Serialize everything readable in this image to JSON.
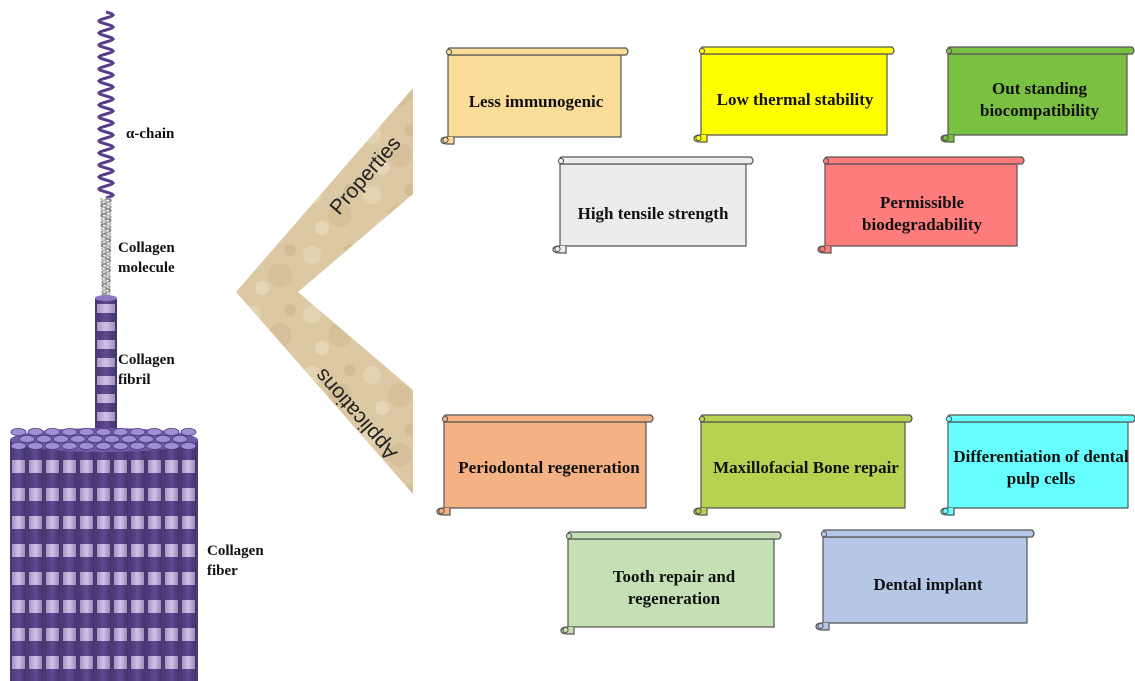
{
  "structure_labels": {
    "alpha_chain": "α-chain",
    "collagen_molecule": [
      "Collagen",
      "molecule"
    ],
    "collagen_fibril": [
      "Collagen",
      "fibril"
    ],
    "collagen_fiber": [
      "Collagen",
      "fiber"
    ]
  },
  "branches": {
    "properties": "Properties",
    "applications": "Applications"
  },
  "properties": [
    {
      "text": "Less immunogenic",
      "color": "#fbdc98"
    },
    {
      "text": "Low thermal stability",
      "color": "#ffff00"
    },
    {
      "text": "Out standing biocompatibility",
      "color": "#7ac142"
    },
    {
      "text": "High tensile strength",
      "color": "#ececec"
    },
    {
      "text": "Permissible biodegradability",
      "color": "#ff7c7c"
    }
  ],
  "applications": [
    {
      "text": "Periodontal regeneration",
      "color": "#f4b183"
    },
    {
      "text": "Maxillofacial Bone repair",
      "color": "#b5d350"
    },
    {
      "text": "Differentiation of dental pulp cells",
      "color": "#66ffff"
    },
    {
      "text": "Tooth repair and regeneration",
      "color": "#c5e0b4"
    },
    {
      "text": "Dental implant",
      "color": "#b4c7e7"
    }
  ]
}
